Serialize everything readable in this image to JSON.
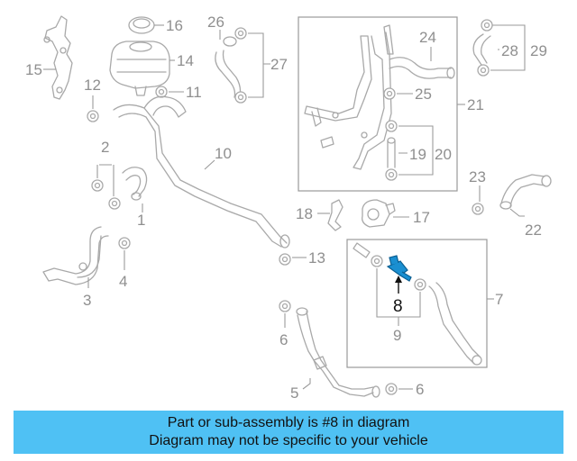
{
  "diagram": {
    "callouts": {
      "c1": "1",
      "c2": "2",
      "c3": "3",
      "c4": "4",
      "c5": "5",
      "c6a": "6",
      "c6b": "6",
      "c7": "7",
      "c8": "8",
      "c9": "9",
      "c10": "10",
      "c11": "11",
      "c12": "12",
      "c13": "13",
      "c14": "14",
      "c15": "15",
      "c16": "16",
      "c17": "17",
      "c18": "18",
      "c19": "19",
      "c20": "20",
      "c21": "21",
      "c22": "22",
      "c23": "23",
      "c24": "24",
      "c25": "25",
      "c26": "26",
      "c27": "27",
      "c28": "28",
      "c29": "29"
    },
    "highlight_color": "#1a8fd1",
    "banner_color": "#4fc1f4"
  },
  "banner": {
    "line1": "Part or sub-assembly is #8 in diagram",
    "line2": "Diagram may not be specific to your vehicle"
  }
}
